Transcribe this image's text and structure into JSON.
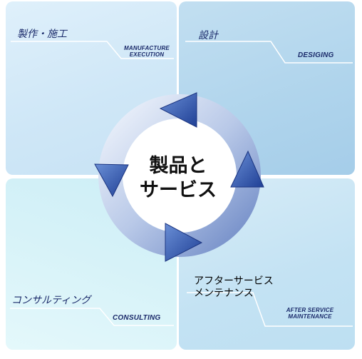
{
  "center": {
    "title": "製品と\nサービス"
  },
  "quadrants": {
    "top_left": {
      "jp": "製作・施工",
      "en": "MANUFACTURE\nEXECUTION"
    },
    "top_right": {
      "jp": "設計",
      "en": "DESIGING"
    },
    "bottom_left": {
      "jp": "コンサルティング",
      "en": "CONSULTING"
    },
    "bottom_right": {
      "jp": "アフターサービス\nメンテナンス",
      "en": "AFTER SERVICE\nMAINTENANCE"
    }
  },
  "colors": {
    "arrow_dark": "#2d4fa7",
    "arrow_light": "#dfe8f7",
    "text_navy": "#1a2a6a"
  }
}
